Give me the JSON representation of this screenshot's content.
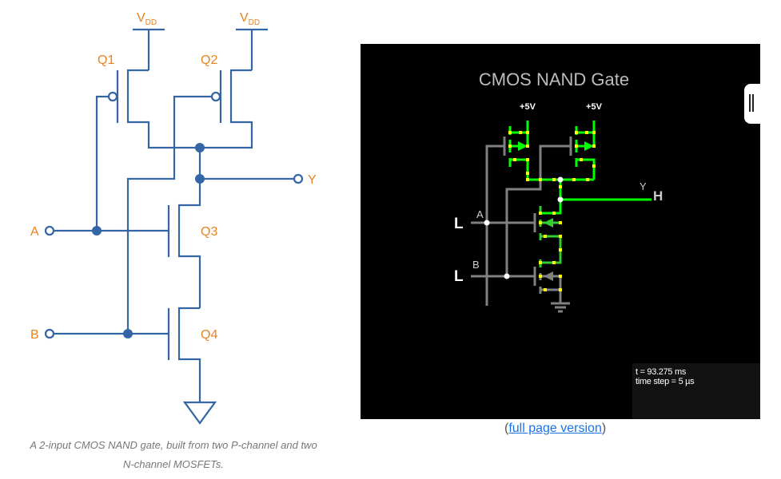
{
  "schematic": {
    "supply_label_main": "V",
    "supply_label_sub": "DD",
    "transistors": [
      "Q1",
      "Q2",
      "Q3",
      "Q4"
    ],
    "inputs": [
      "A",
      "B"
    ],
    "output": "Y",
    "wire_color": "#3465a4",
    "label_color": "#e8821e"
  },
  "caption": {
    "line1": "A 2-input CMOS NAND gate, built from two P-channel and two",
    "line2": "N-channel MOSFETs."
  },
  "simulator": {
    "title": "CMOS NAND Gate",
    "supply_labels": [
      "+5V",
      "+5V"
    ],
    "input_a": {
      "name": "A",
      "state": "L"
    },
    "input_b": {
      "name": "B",
      "state": "L"
    },
    "output_y": {
      "name": "Y",
      "state": "H"
    },
    "info": {
      "time": "t = 93.275 ms",
      "time_step": "time step = 5 µs"
    },
    "colors": {
      "high": "#00ff00",
      "low": "#808080",
      "current_dots": "#ffff00",
      "background": "#000000"
    }
  },
  "sidebar_handle": {
    "icon": "pause-bars-icon"
  },
  "fullpage": {
    "open_paren": "(",
    "link_text": "full page version",
    "close_paren": ")"
  }
}
